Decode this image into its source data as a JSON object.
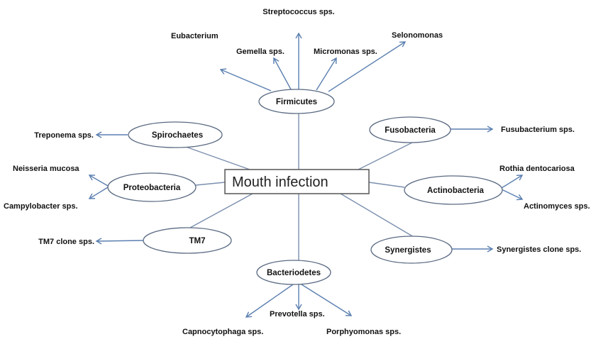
{
  "center": {
    "label": "Mouth infection"
  },
  "phyla": {
    "firmicutes": {
      "label": "Firmicutes",
      "species": [
        "Eubacterium",
        "Gemella sps.",
        "Streptococcus sps.",
        "Micromonas sps.",
        "Selonomonas"
      ]
    },
    "spirochaetes": {
      "label": "Spirochaetes",
      "species": [
        "Treponema sps."
      ]
    },
    "proteobacteria": {
      "label": "Proteobacteria",
      "species": [
        "Neisseria mucosa",
        "Campylobacter  sps."
      ]
    },
    "tm7": {
      "label": "TM7",
      "species": [
        "TM7 clone sps."
      ]
    },
    "bacteriodetes": {
      "label": "Bacteriodetes",
      "species": [
        "Capnocytophaga sps.",
        "Prevotella sps.",
        "Porphyomonas sps."
      ]
    },
    "synergistes": {
      "label": "Synergistes",
      "species": [
        "Synergistes clone sps."
      ]
    },
    "actinobacteria": {
      "label": "Actinobacteria",
      "species": [
        "Rothia dentocariosa",
        "Actinomyces sps."
      ]
    },
    "fusobacteria": {
      "label": "Fusobacteria",
      "species": [
        "Fusubacterium sps."
      ]
    }
  },
  "colors": {
    "arrow": "#5b7fb0",
    "connector": "#7b8fae",
    "outline": "#5a6a82"
  }
}
